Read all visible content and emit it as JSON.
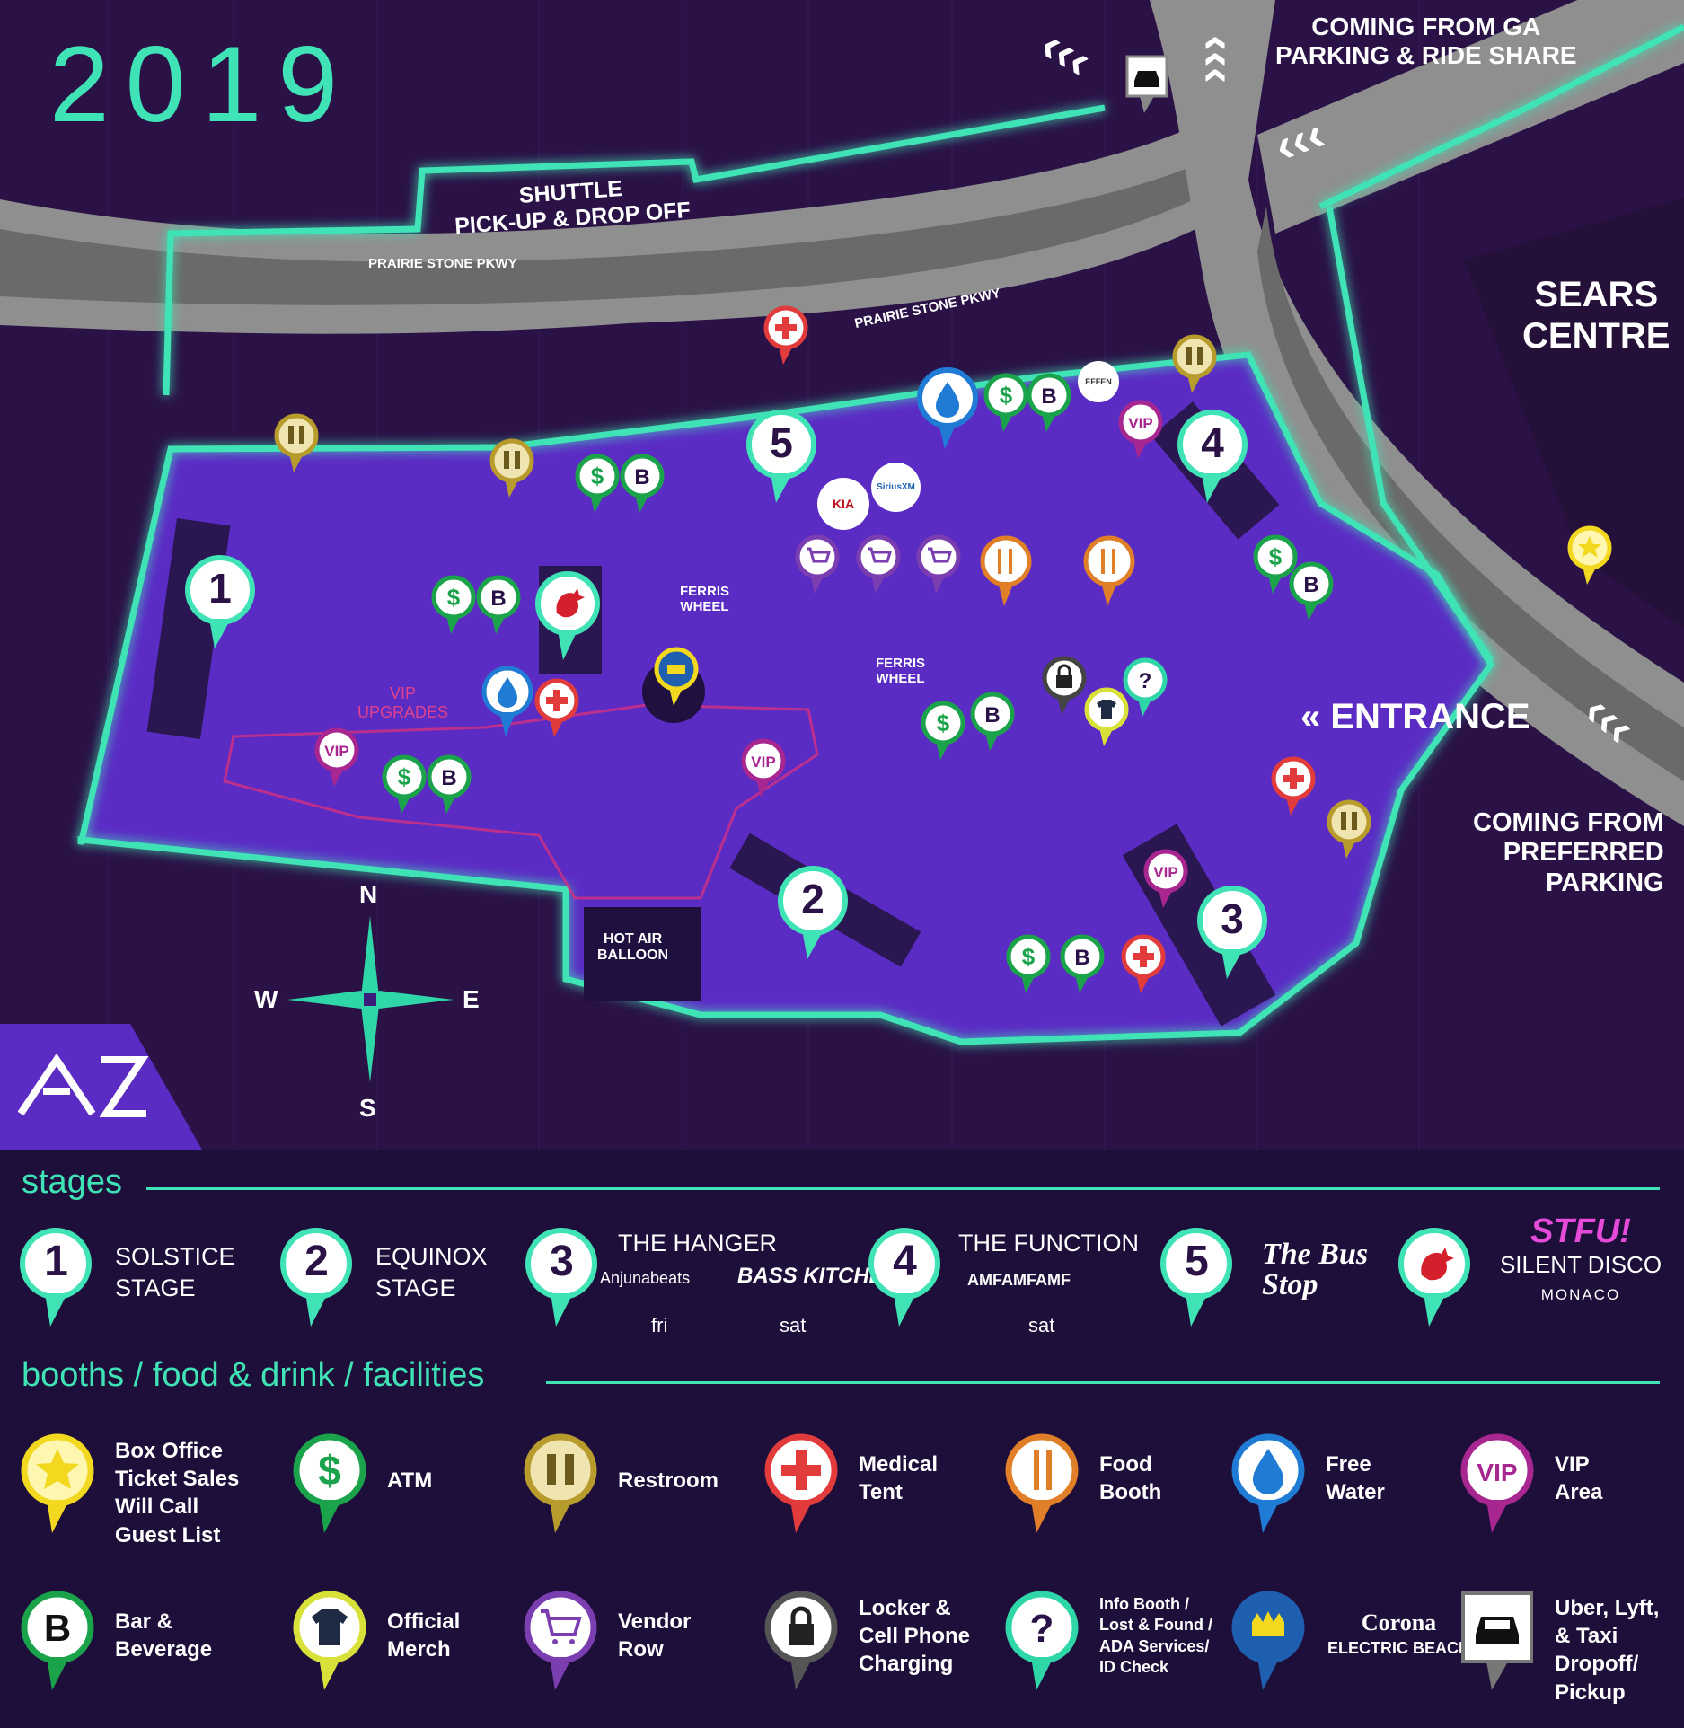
{
  "year": "2019",
  "map": {
    "roads": [
      {
        "label": "PRAIRIE STONE PKWY"
      },
      {
        "label": "PRAIRIE STONE PKWY"
      }
    ],
    "shuttle_label": [
      "SHUTTLE",
      "PICK-UP & DROP OFF"
    ],
    "coming_from_ga": [
      "COMING FROM GA",
      "PARKING & RIDE SHARE"
    ],
    "sears_centre": [
      "SEARS",
      "CENTRE"
    ],
    "entrance": "ENTRANCE",
    "entrance_chevron": "«",
    "coming_from_preferred": [
      "COMING FROM",
      "PREFERRED",
      "PARKING"
    ],
    "ferris_wheel_1": [
      "FERRIS",
      "WHEEL"
    ],
    "ferris_wheel_2": [
      "FERRIS",
      "WHEEL"
    ],
    "vip_upgrades": [
      "VIP",
      "UPGRADES"
    ],
    "hot_air_balloon": [
      "HOT AIR",
      "BALLOON"
    ],
    "sponsor_badges": [
      "KIA",
      "SiriusXM",
      "EFFEN"
    ],
    "compass": {
      "n": "N",
      "s": "S",
      "e": "E",
      "w": "W"
    },
    "stage_numbers": [
      "1",
      "2",
      "3",
      "4",
      "5"
    ]
  },
  "legend": {
    "stages_title": "stages",
    "stages": [
      {
        "num": "1",
        "name": [
          "SOLSTICE",
          "STAGE"
        ]
      },
      {
        "num": "2",
        "name": [
          "EQUINOX",
          "STAGE"
        ]
      },
      {
        "num": "3",
        "name": [
          "THE HANGER"
        ],
        "sub": [
          "Anjunabeats",
          "BASS KITCHEN"
        ],
        "days": [
          "fri",
          "sat"
        ]
      },
      {
        "num": "4",
        "name": [
          "THE FUNCTION"
        ],
        "sub": [
          "AMFAMFAMF"
        ],
        "days": [
          "sat"
        ]
      },
      {
        "num": "5",
        "name": [
          "The Bus Stop"
        ]
      },
      {
        "num": "",
        "name": [
          "STFU!",
          "SILENT DISCO",
          "MONACO"
        ]
      }
    ],
    "booths_title": "booths / food & drink / facilities",
    "facilities": [
      {
        "icon": "star-icon",
        "color": "#f2d81e",
        "lines": [
          "Box Office",
          "Ticket Sales",
          "Will Call",
          "Guest List"
        ]
      },
      {
        "icon": "dollar-icon",
        "color": "#1aa34a",
        "lines": [
          "ATM"
        ]
      },
      {
        "icon": "restroom-icon",
        "color": "#b89b2d",
        "lines": [
          "Restroom"
        ]
      },
      {
        "icon": "cross-icon",
        "color": "#e23b3b",
        "lines": [
          "Medical",
          "Tent"
        ]
      },
      {
        "icon": "fork-knife-icon",
        "color": "#e07f27",
        "lines": [
          "Food",
          "Booth"
        ]
      },
      {
        "icon": "water-drop-icon",
        "color": "#1f7bd4",
        "lines": [
          "Free",
          "Water"
        ]
      },
      {
        "icon": "vip-icon",
        "color": "#a8268f",
        "lines": [
          "VIP",
          "Area"
        ]
      },
      {
        "icon": "bar-icon",
        "color": "#1aa34a",
        "lines": [
          "Bar &",
          "Beverage"
        ]
      },
      {
        "icon": "tshirt-icon",
        "color": "#d8e03a",
        "lines": [
          "Official",
          "Merch"
        ]
      },
      {
        "icon": "cart-icon",
        "color": "#7b3eb0",
        "lines": [
          "Vendor",
          "Row"
        ]
      },
      {
        "icon": "lock-icon",
        "color": "#555555",
        "lines": [
          "Locker &",
          "Cell Phone",
          "Charging"
        ]
      },
      {
        "icon": "question-icon",
        "color": "#2fd6a8",
        "lines": [
          "Info Booth /",
          "Lost & Found /",
          "ADA Services/",
          "ID Check"
        ]
      },
      {
        "icon": "corona-crown-icon",
        "color": "#1f5fb0",
        "lines": [
          "Corona",
          "ELECTRIC BEACH"
        ]
      },
      {
        "icon": "car-icon",
        "color": "#777777",
        "lines": [
          "Uber, Lyft,",
          "& Taxi",
          "Dropoff/",
          "Pickup"
        ]
      }
    ]
  }
}
